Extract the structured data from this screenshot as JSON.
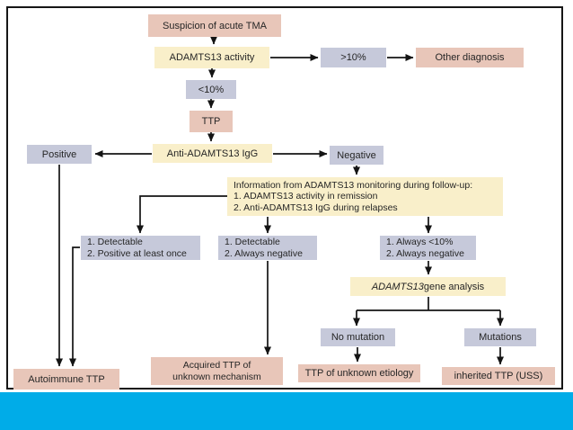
{
  "colors": {
    "box_pink": "#e8c6b9",
    "box_yellow": "#f9efca",
    "box_lavender": "#c6c9da",
    "accent_bar": "#00ace8",
    "line": "#141414",
    "text": "#262626"
  },
  "diagram": {
    "nodes": {
      "suspicion": {
        "label": "Suspicion of acute TMA"
      },
      "activity": {
        "label": "ADAMTS13 activity"
      },
      "gt10": {
        "label": ">10%"
      },
      "other_diagnosis": {
        "label": "Other diagnosis"
      },
      "lt10": {
        "label": "<10%"
      },
      "ttp": {
        "label": "TTP"
      },
      "anti_igg": {
        "label": "Anti-ADAMTS13 IgG"
      },
      "positive": {
        "label": "Positive"
      },
      "negative": {
        "label": "Negative"
      },
      "followup_info": {
        "title": "Information from ADAMTS13 monitoring during follow-up:",
        "item1": "1. ADAMTS13 activity in remission",
        "item2": "2. Anti-ADAMTS13 IgG during relapses"
      },
      "branch_detectable_positive": {
        "line1": "1. Detectable",
        "line2": "2. Positive at least once"
      },
      "branch_detectable_negative": {
        "line1": "1. Detectable",
        "line2": "2. Always negative"
      },
      "branch_always_low": {
        "line1": "1. Always <10%",
        "line2": "2. Always negative"
      },
      "gene_analysis": {
        "gene": "ADAMTS13",
        "rest": " gene analysis"
      },
      "no_mutation": {
        "label": "No mutation"
      },
      "mutations": {
        "label": "Mutations"
      },
      "autoimmune_ttp": {
        "label": "Autoimmune TTP"
      },
      "acquired_ttp": {
        "line1": "Acquired TTP of",
        "line2": "unknown mechanism"
      },
      "unknown_etiology": {
        "label": "TTP of unknown etiology"
      },
      "inherited_ttp": {
        "label": "inherited TTP (USS)"
      }
    }
  }
}
